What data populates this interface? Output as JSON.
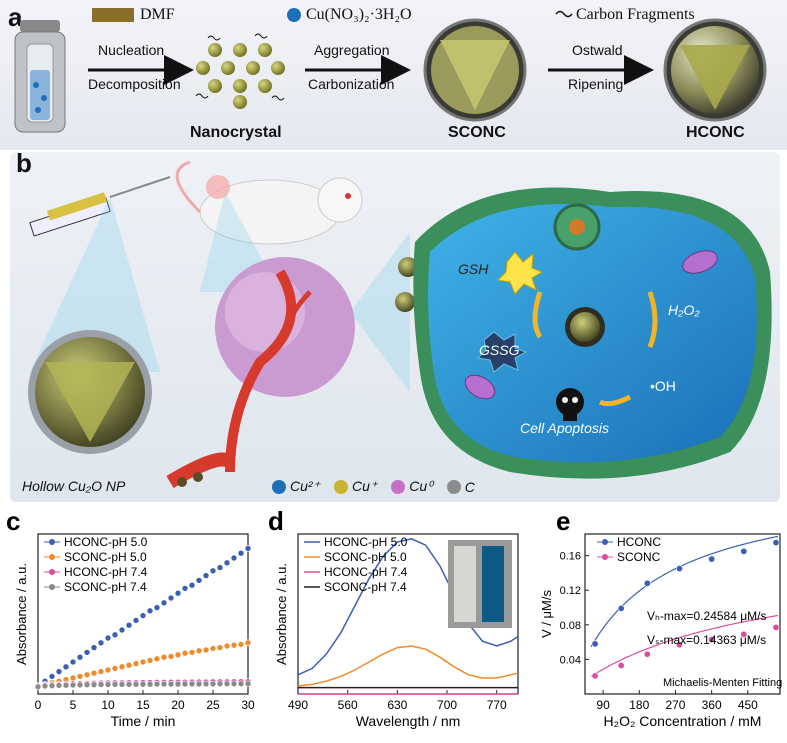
{
  "panel_a": {
    "letter": "a",
    "legend_dmf": "DMF",
    "legend_cu": "Cu(NO₃)₂·3H₂O",
    "legend_carbon": "Carbon Fragments",
    "step1_top": "Nucleation",
    "step1_bottom": "Decomposition",
    "step2_top": "Aggregation",
    "step2_bottom": "Carbonization",
    "step3_top": "Ostwald",
    "step3_bottom": "Ripening",
    "stage1": "Nanocrystal",
    "stage2": "SCONC",
    "stage3": "HCONC",
    "colors": {
      "olive": "#8a8a2a",
      "cu_blue": "#1f6fb8"
    }
  },
  "panel_b": {
    "letter": "b",
    "np_label": "Hollow Cu₂O NP",
    "gsh": "GSH",
    "gssg": "GSSG",
    "h2o2": "H₂O₂",
    "oh": "•OH",
    "apoptosis": "Cell Apoptosis",
    "legend": [
      "Cu²⁺",
      "Cu⁺",
      "Cu⁰",
      "C"
    ],
    "legend_colors": [
      "#1f6fb8",
      "#c9b431",
      "#c56fc7",
      "#8c8c8c"
    ]
  },
  "chart_data": [
    {
      "id": "c",
      "type": "scatter",
      "xlabel": "Time / min",
      "ylabel": "Absorbance / a.u.",
      "xticks": [
        0,
        5,
        10,
        15,
        20,
        25,
        30
      ],
      "xlim": [
        0,
        30
      ],
      "ylim": [
        0,
        1.0
      ],
      "x": [
        0,
        1,
        2,
        3,
        4,
        5,
        6,
        7,
        8,
        9,
        10,
        11,
        12,
        13,
        14,
        15,
        16,
        17,
        18,
        19,
        20,
        21,
        22,
        23,
        24,
        25,
        26,
        27,
        28,
        29,
        30
      ],
      "series": [
        {
          "name": "HCONC-pH 5.0",
          "color": "#3b5fb5",
          "values": [
            0.05,
            0.08,
            0.11,
            0.14,
            0.17,
            0.2,
            0.23,
            0.26,
            0.29,
            0.32,
            0.35,
            0.37,
            0.4,
            0.43,
            0.46,
            0.49,
            0.52,
            0.54,
            0.57,
            0.6,
            0.63,
            0.66,
            0.68,
            0.71,
            0.74,
            0.77,
            0.79,
            0.82,
            0.85,
            0.88,
            0.91
          ]
        },
        {
          "name": "SCONC-pH 5.0",
          "color": "#f08a2a",
          "values": [
            0.05,
            0.06,
            0.07,
            0.08,
            0.09,
            0.1,
            0.11,
            0.12,
            0.13,
            0.14,
            0.15,
            0.16,
            0.17,
            0.18,
            0.19,
            0.2,
            0.21,
            0.22,
            0.23,
            0.235,
            0.245,
            0.255,
            0.26,
            0.27,
            0.275,
            0.285,
            0.29,
            0.3,
            0.305,
            0.31,
            0.32
          ]
        },
        {
          "name": "HCONC-pH 7.4",
          "color": "#d94fa0",
          "values": [
            0.05,
            0.055,
            0.058,
            0.06,
            0.062,
            0.064,
            0.065,
            0.066,
            0.067,
            0.068,
            0.069,
            0.07,
            0.07,
            0.071,
            0.071,
            0.072,
            0.072,
            0.073,
            0.073,
            0.074,
            0.074,
            0.074,
            0.075,
            0.075,
            0.075,
            0.076,
            0.076,
            0.076,
            0.077,
            0.077,
            0.077
          ]
        },
        {
          "name": "SCONC-pH 7.4",
          "color": "#8a8a8a",
          "values": [
            0.045,
            0.05,
            0.052,
            0.054,
            0.055,
            0.056,
            0.057,
            0.058,
            0.058,
            0.059,
            0.059,
            0.06,
            0.06,
            0.06,
            0.061,
            0.061,
            0.061,
            0.062,
            0.062,
            0.062,
            0.062,
            0.063,
            0.063,
            0.063,
            0.063,
            0.063,
            0.064,
            0.064,
            0.064,
            0.064,
            0.064
          ]
        }
      ]
    },
    {
      "id": "d",
      "type": "line",
      "xlabel": "Wavelength / nm",
      "ylabel": "Absorbance / a.u.",
      "xticks": [
        490,
        560,
        630,
        700,
        770
      ],
      "xlim": [
        490,
        800
      ],
      "ylim": [
        0,
        1.0
      ],
      "x": [
        490,
        510,
        530,
        550,
        570,
        590,
        610,
        630,
        650,
        670,
        690,
        710,
        730,
        750,
        770,
        790,
        800
      ],
      "series": [
        {
          "name": "HCONC-pH 5.0",
          "color": "#3b5fb5",
          "values": [
            0.12,
            0.16,
            0.25,
            0.38,
            0.55,
            0.72,
            0.86,
            0.95,
            0.97,
            0.93,
            0.8,
            0.62,
            0.44,
            0.33,
            0.3,
            0.33,
            0.36
          ]
        },
        {
          "name": "SCONC-pH 5.0",
          "color": "#f08a2a",
          "values": [
            0.05,
            0.06,
            0.08,
            0.11,
            0.15,
            0.2,
            0.25,
            0.29,
            0.3,
            0.28,
            0.23,
            0.17,
            0.12,
            0.1,
            0.1,
            0.12,
            0.13
          ]
        },
        {
          "name": "HCONC-pH 7.4",
          "color": "#d94fa0",
          "values": [
            0.0,
            0.0,
            0.0,
            0.0,
            0.0,
            0.0,
            0.0,
            0.0,
            0.0,
            0.0,
            0.0,
            0.0,
            0.0,
            0.0,
            0.0,
            0.0,
            0.0
          ]
        },
        {
          "name": "SCONC-pH 7.4",
          "color": "#222222",
          "values": [
            0.04,
            0.04,
            0.04,
            0.04,
            0.04,
            0.04,
            0.04,
            0.04,
            0.04,
            0.04,
            0.04,
            0.04,
            0.04,
            0.04,
            0.04,
            0.04,
            0.04
          ]
        }
      ]
    },
    {
      "id": "e",
      "type": "scatter",
      "xlabel": "H₂O₂ Concentration / mM",
      "ylabel": "V / μM/s",
      "xticks": [
        90,
        180,
        270,
        360,
        450
      ],
      "yticks": [
        "0.04",
        "0.08",
        "0.12",
        "0.16"
      ],
      "xlim": [
        45,
        530
      ],
      "ylim": [
        0.0,
        0.185
      ],
      "annotation_h": "Vₕ-max=0.24584 μM/s",
      "annotation_s": "Vₛ-max=0.14363 μM/s",
      "fit_label": "Michaelis-Menten Fitting",
      "x": [
        70,
        135,
        200,
        280,
        360,
        440,
        520
      ],
      "series": [
        {
          "name": "HCONC",
          "color": "#3b5fb5",
          "values": [
            0.058,
            0.099,
            0.128,
            0.145,
            0.156,
            0.165,
            0.175
          ]
        },
        {
          "name": "SCONC",
          "color": "#d94fa0",
          "values": [
            0.021,
            0.033,
            0.046,
            0.057,
            0.063,
            0.069,
            0.077
          ]
        }
      ]
    }
  ]
}
